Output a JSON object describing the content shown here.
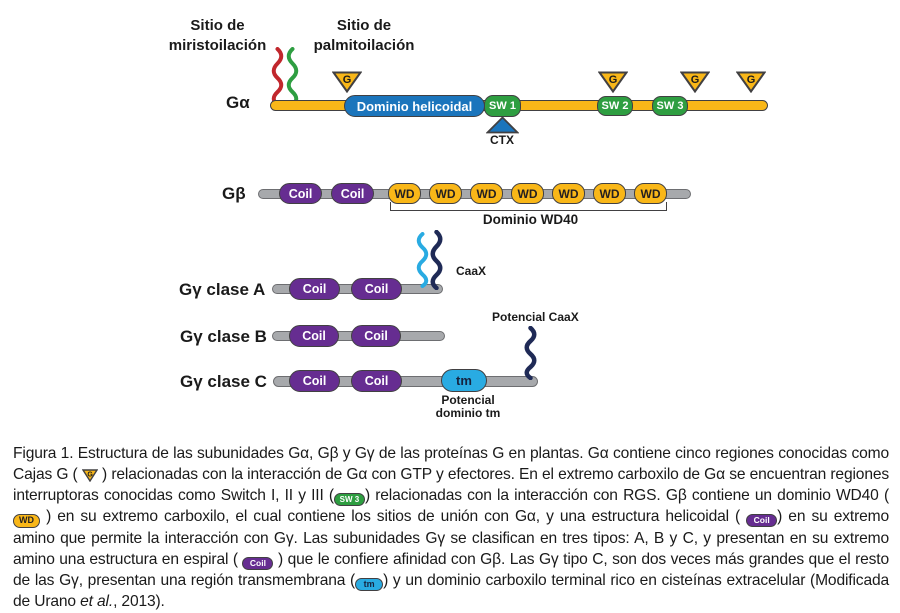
{
  "figure": {
    "annotations": {
      "myristoylation": {
        "line1": "Sitio de",
        "line2": "miristoilación"
      },
      "palmitoylation": {
        "line1": "Sitio de",
        "line2": "palmitoilación"
      }
    },
    "rows": {
      "galpha": {
        "label": "Gα"
      },
      "gbeta": {
        "label": "Gβ"
      },
      "ggamma_a": {
        "label": "Gγ clase A"
      },
      "ggamma_b": {
        "label": "Gγ clase B"
      },
      "ggamma_c": {
        "label": "Gγ clase C"
      }
    },
    "domains": {
      "helicoidal": "Dominio helicoidal",
      "sw1": "SW 1",
      "sw2": "SW 2",
      "sw3": "SW 3",
      "gbox": "G",
      "ctx": "CTX",
      "coil": "Coil",
      "wd": "WD",
      "wd40_bracket": "Dominio WD40",
      "caax": "CaaX",
      "potencial_caax": "Potencial CaaX",
      "tm": "tm",
      "potencial_tm_line1": "Potencial",
      "potencial_tm_line2": "dominio tm"
    },
    "colors": {
      "gold": "#F9B718",
      "blue": "#1B75BC",
      "green": "#2E9E41",
      "purple": "#662D91",
      "gray_bar": "#A7A9AC",
      "cyan": "#29ABE2",
      "red_wave": "#C1272D",
      "green_wave": "#2E9E41",
      "lightblue_wave": "#29ABE2",
      "navy_wave": "#1F2A56",
      "outline": "#414042"
    }
  },
  "caption": {
    "segments": [
      "Figura 1. Estructura de las subunidades Gα, Gβ y Gγ de las proteínas G en plantas. Gα contiene cinco regiones conocidas como Cajas G ( ",
      " ) relacionadas con la interacción de Gα con GTP y efectores. En el extremo carboxilo de Gα se encuentran regiones interruptoras conocidas como Switch I, II y III (",
      ") relacionadas con la interacción con RGS. Gβ contiene un dominio WD40 ( ",
      " ) en su extremo carboxilo, el cual contiene los sitios de unión con Gα, y una estructura helicoidal ( ",
      ") en su extremo amino que permite la interacción con Gγ. Las subunidades Gγ se clasifican en tres tipos: A, B y C, y presentan en su extremo amino una estructura en espiral ( ",
      " ) que le confiere afinidad con Gβ. Las Gγ tipo C, son dos veces más grandes que el resto de las Gγ, presentan una región transmembrana (",
      ") y un dominio carboxilo terminal rico en cisteínas extracelular (Modificada de Urano ",
      "et al.",
      ", 2013)."
    ]
  }
}
